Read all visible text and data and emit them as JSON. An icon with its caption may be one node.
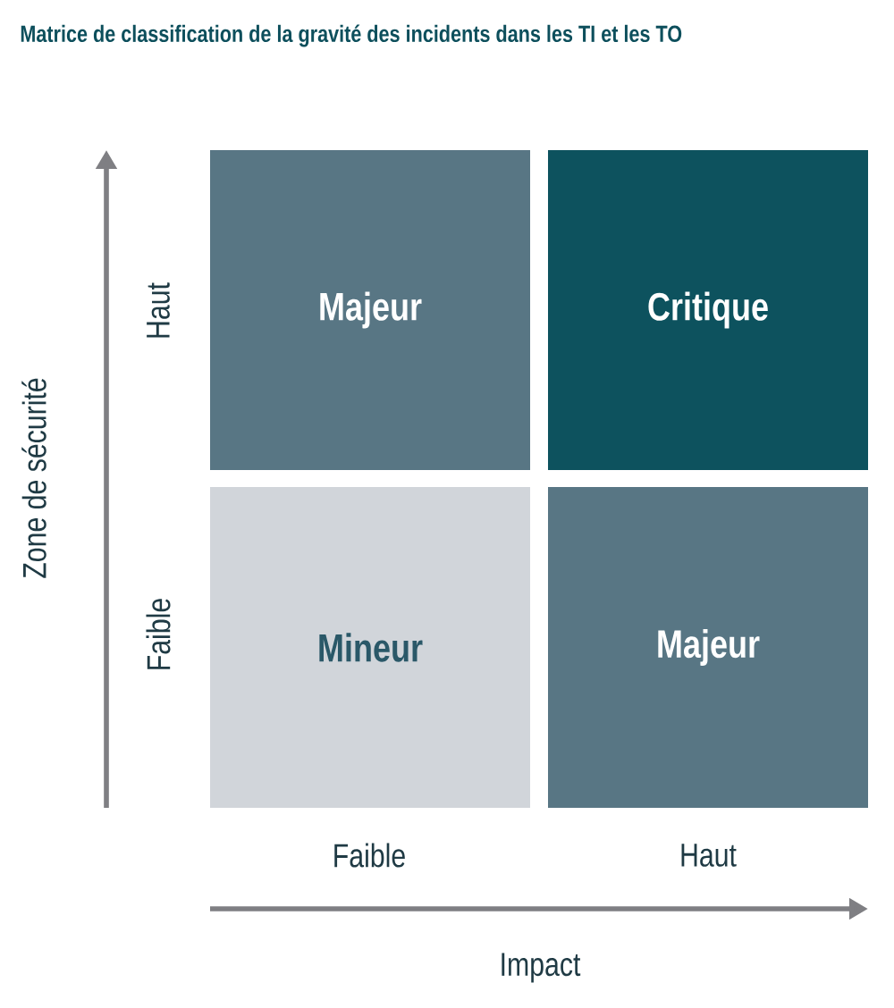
{
  "diagram": {
    "title": "Matrice de classification de la gravité des incidents dans les TI et les TO",
    "nodes": [
      {
        "text": [
          "Majeur"
        ]
      },
      {
        "text": [
          "Critique"
        ]
      },
      {
        "text": [
          "Mineur"
        ]
      },
      {
        "text": [
          "Majeur"
        ]
      }
    ],
    "labels": [
      "Haut",
      "Zone de sécurité",
      "Faible",
      "Faible",
      "Haut",
      "Impact"
    ]
  }
}
